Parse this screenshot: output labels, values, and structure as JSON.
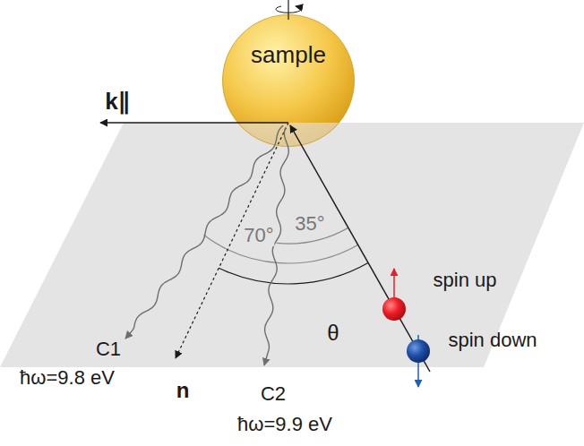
{
  "diagram": {
    "nodes": [
      {
        "text": [
          "sample"
        ]
      }
    ],
    "labels": [
      "k∥",
      "70°",
      "35°",
      "C1",
      "ħω=9.8 eV",
      "θ",
      "spin up",
      "spin down",
      "n",
      "C2",
      "ħω=9.9 eV"
    ]
  }
}
